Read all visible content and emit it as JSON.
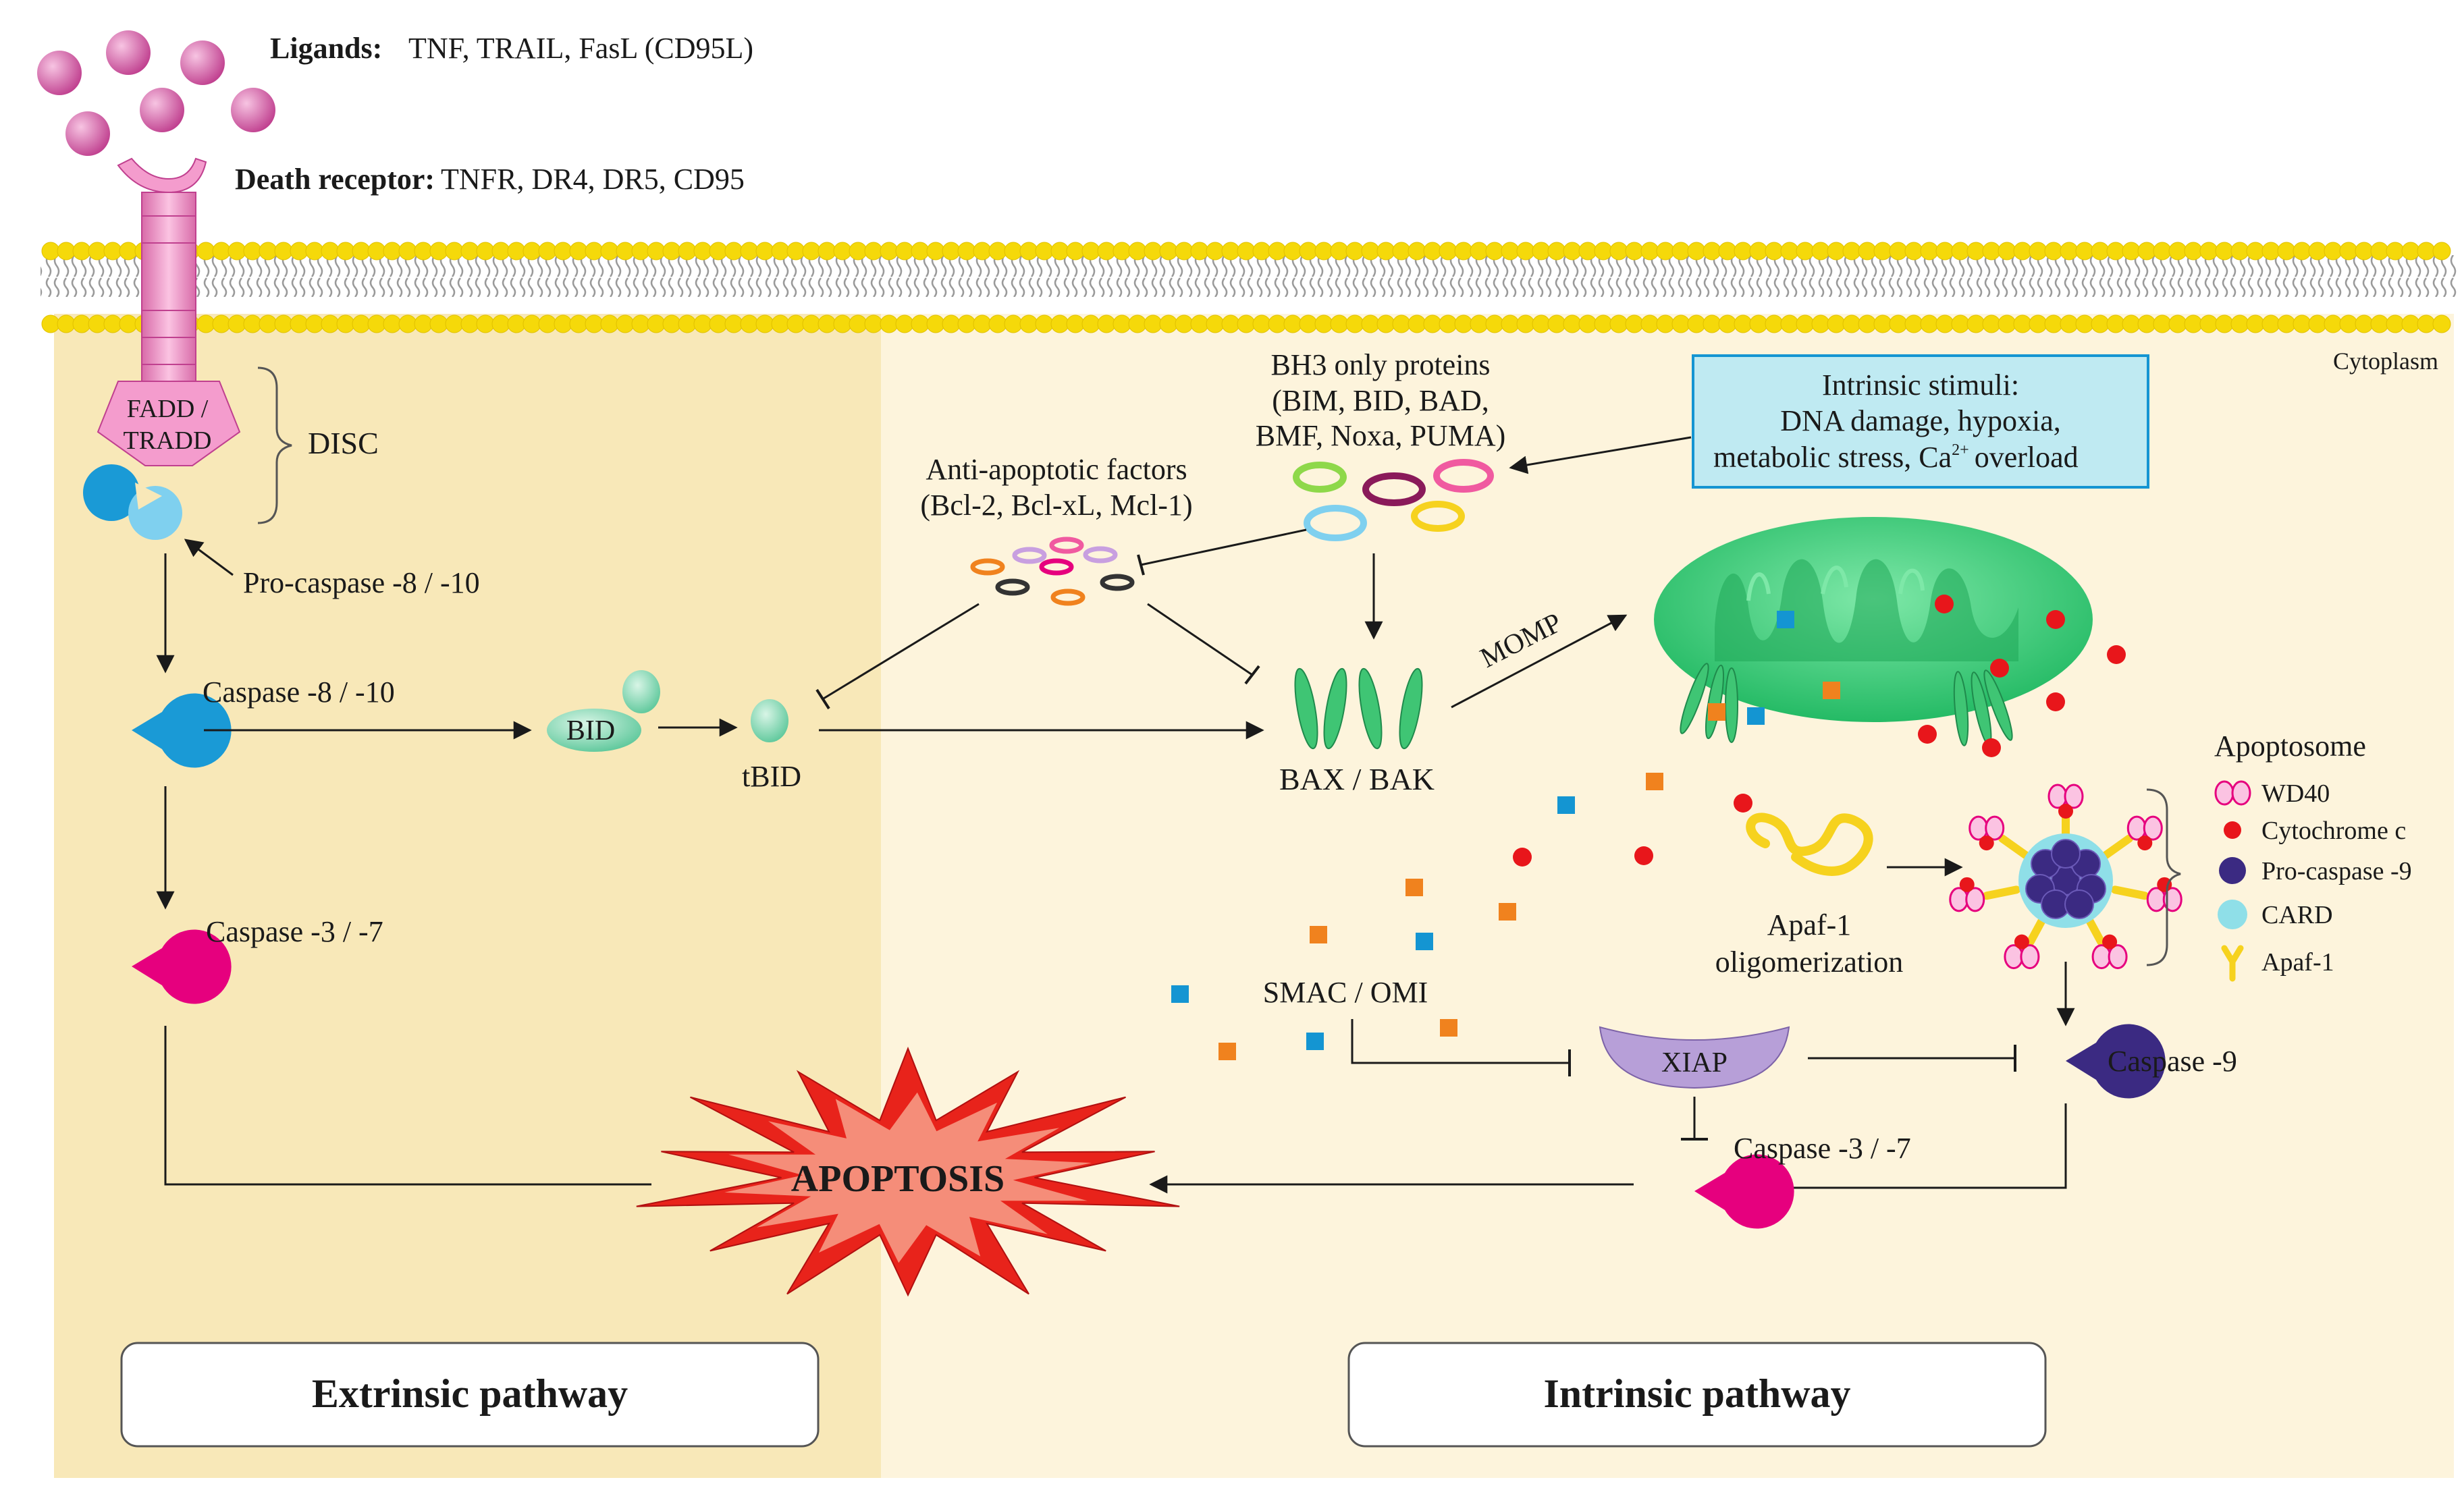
{
  "header": {
    "ligands_label": "Ligands:",
    "ligands_list": "TNF, TRAIL, FasL (CD95L)",
    "receptor_label": "Death receptor:",
    "receptor_list": "TNFR, DR4, DR5, CD95"
  },
  "compartments": {
    "cytoplasm": "Cytoplasm"
  },
  "extrinsic": {
    "fadd_line1": "FADD /",
    "fadd_line2": "TRADD",
    "disc": "DISC",
    "procaspase": "Pro-caspase -8 / -10",
    "caspase8": "Caspase -8 / -10",
    "bid": "BID",
    "tbid": "tBID",
    "caspase37": "Caspase -3 / -7"
  },
  "intrinsic": {
    "bh3_line1": "BH3 only proteins",
    "bh3_line2": "(BIM, BID, BAD,",
    "bh3_line3": "BMF, Noxa, PUMA)",
    "stimuli_line1": "Intrinsic stimuli:",
    "stimuli_line2": "DNA damage, hypoxia,",
    "stimuli_line3a": "metabolic stress, Ca",
    "stimuli_sup": "2+",
    "stimuli_line3b": "overload",
    "anti_line1": "Anti-apoptotic factors",
    "anti_line2": "(Bcl-2, Bcl-xL, Mcl-1)",
    "baxbak": "BAX / BAK",
    "momp": "MOMP",
    "smac": "SMAC / OMI",
    "xiap": "XIAP",
    "apaf_line1": "Apaf-1",
    "apaf_line2": "oligomerization",
    "caspase9": "Caspase -9",
    "caspase37": "Caspase -3 / -7"
  },
  "legend": {
    "title": "Apoptosome",
    "items": [
      "WD40",
      "Cytochrome c",
      "Pro-caspase -9",
      "CARD",
      "Apaf-1"
    ]
  },
  "outcome": {
    "apoptosis": "APOPTOSIS"
  },
  "panels": {
    "extrinsic_title": "Extrinsic pathway",
    "intrinsic_title": "Intrinsic pathway"
  },
  "colors": {
    "extrinsic_bg": "#f8e8b8",
    "intrinsic_bg": "#fdf4dc",
    "membrane_head": "#f5d90a",
    "receptor_pink": "#f49ccd",
    "caspase_blue": "#1a9ad6",
    "caspase_magenta": "#e6007e",
    "caspase9_purple": "#3b2a82",
    "mito_green": "#2ecc71",
    "cyt_c_red": "#e8161b",
    "smac_orange": "#f0821e",
    "smac_blue": "#1495d2",
    "stimuli_box": "#bfeaf2",
    "xiap_purple": "#b79fd8",
    "apoptosis_red": "#e8231b",
    "apaf_yellow": "#f6d21e"
  }
}
